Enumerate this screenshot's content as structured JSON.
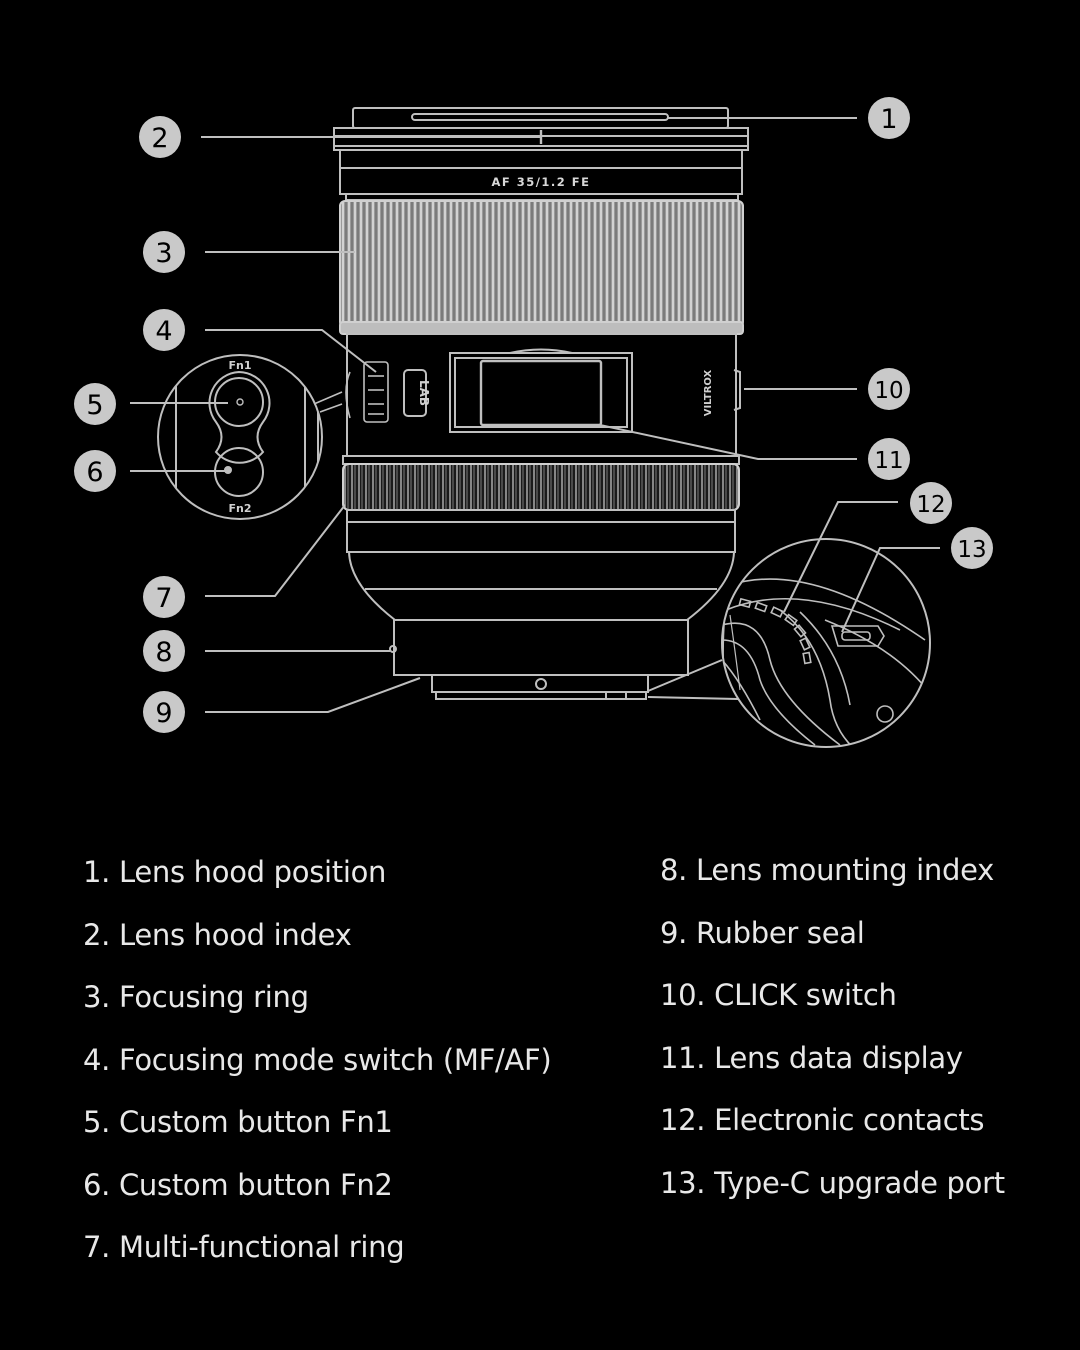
{
  "colors": {
    "background": "#000000",
    "line": "#bfbfbf",
    "badge_fill": "#c9c9c9",
    "badge_text": "#000000",
    "text": "#e8e8e8"
  },
  "lens": {
    "model_label": "AF 35/1.2 FE",
    "brand_label": "VILTROX",
    "lab_label": "LAB",
    "fn1_label": "Fn1",
    "fn2_label": "Fn2"
  },
  "callouts": [
    "1",
    "2",
    "3",
    "4",
    "5",
    "6",
    "7",
    "8",
    "9",
    "10",
    "11",
    "12",
    "13"
  ],
  "legend_left": [
    "1. Lens hood position",
    "2. Lens hood index",
    "3. Focusing ring",
    "4. Focusing mode switch (MF/AF)",
    "5. Custom button Fn1",
    "6. Custom button Fn2",
    "7. Multi-functional ring"
  ],
  "legend_right": [
    "8. Lens mounting index",
    "9. Rubber seal",
    "10. CLICK switch",
    "11. Lens data display",
    "12. Electronic contacts",
    "13. Type-C upgrade port"
  ]
}
